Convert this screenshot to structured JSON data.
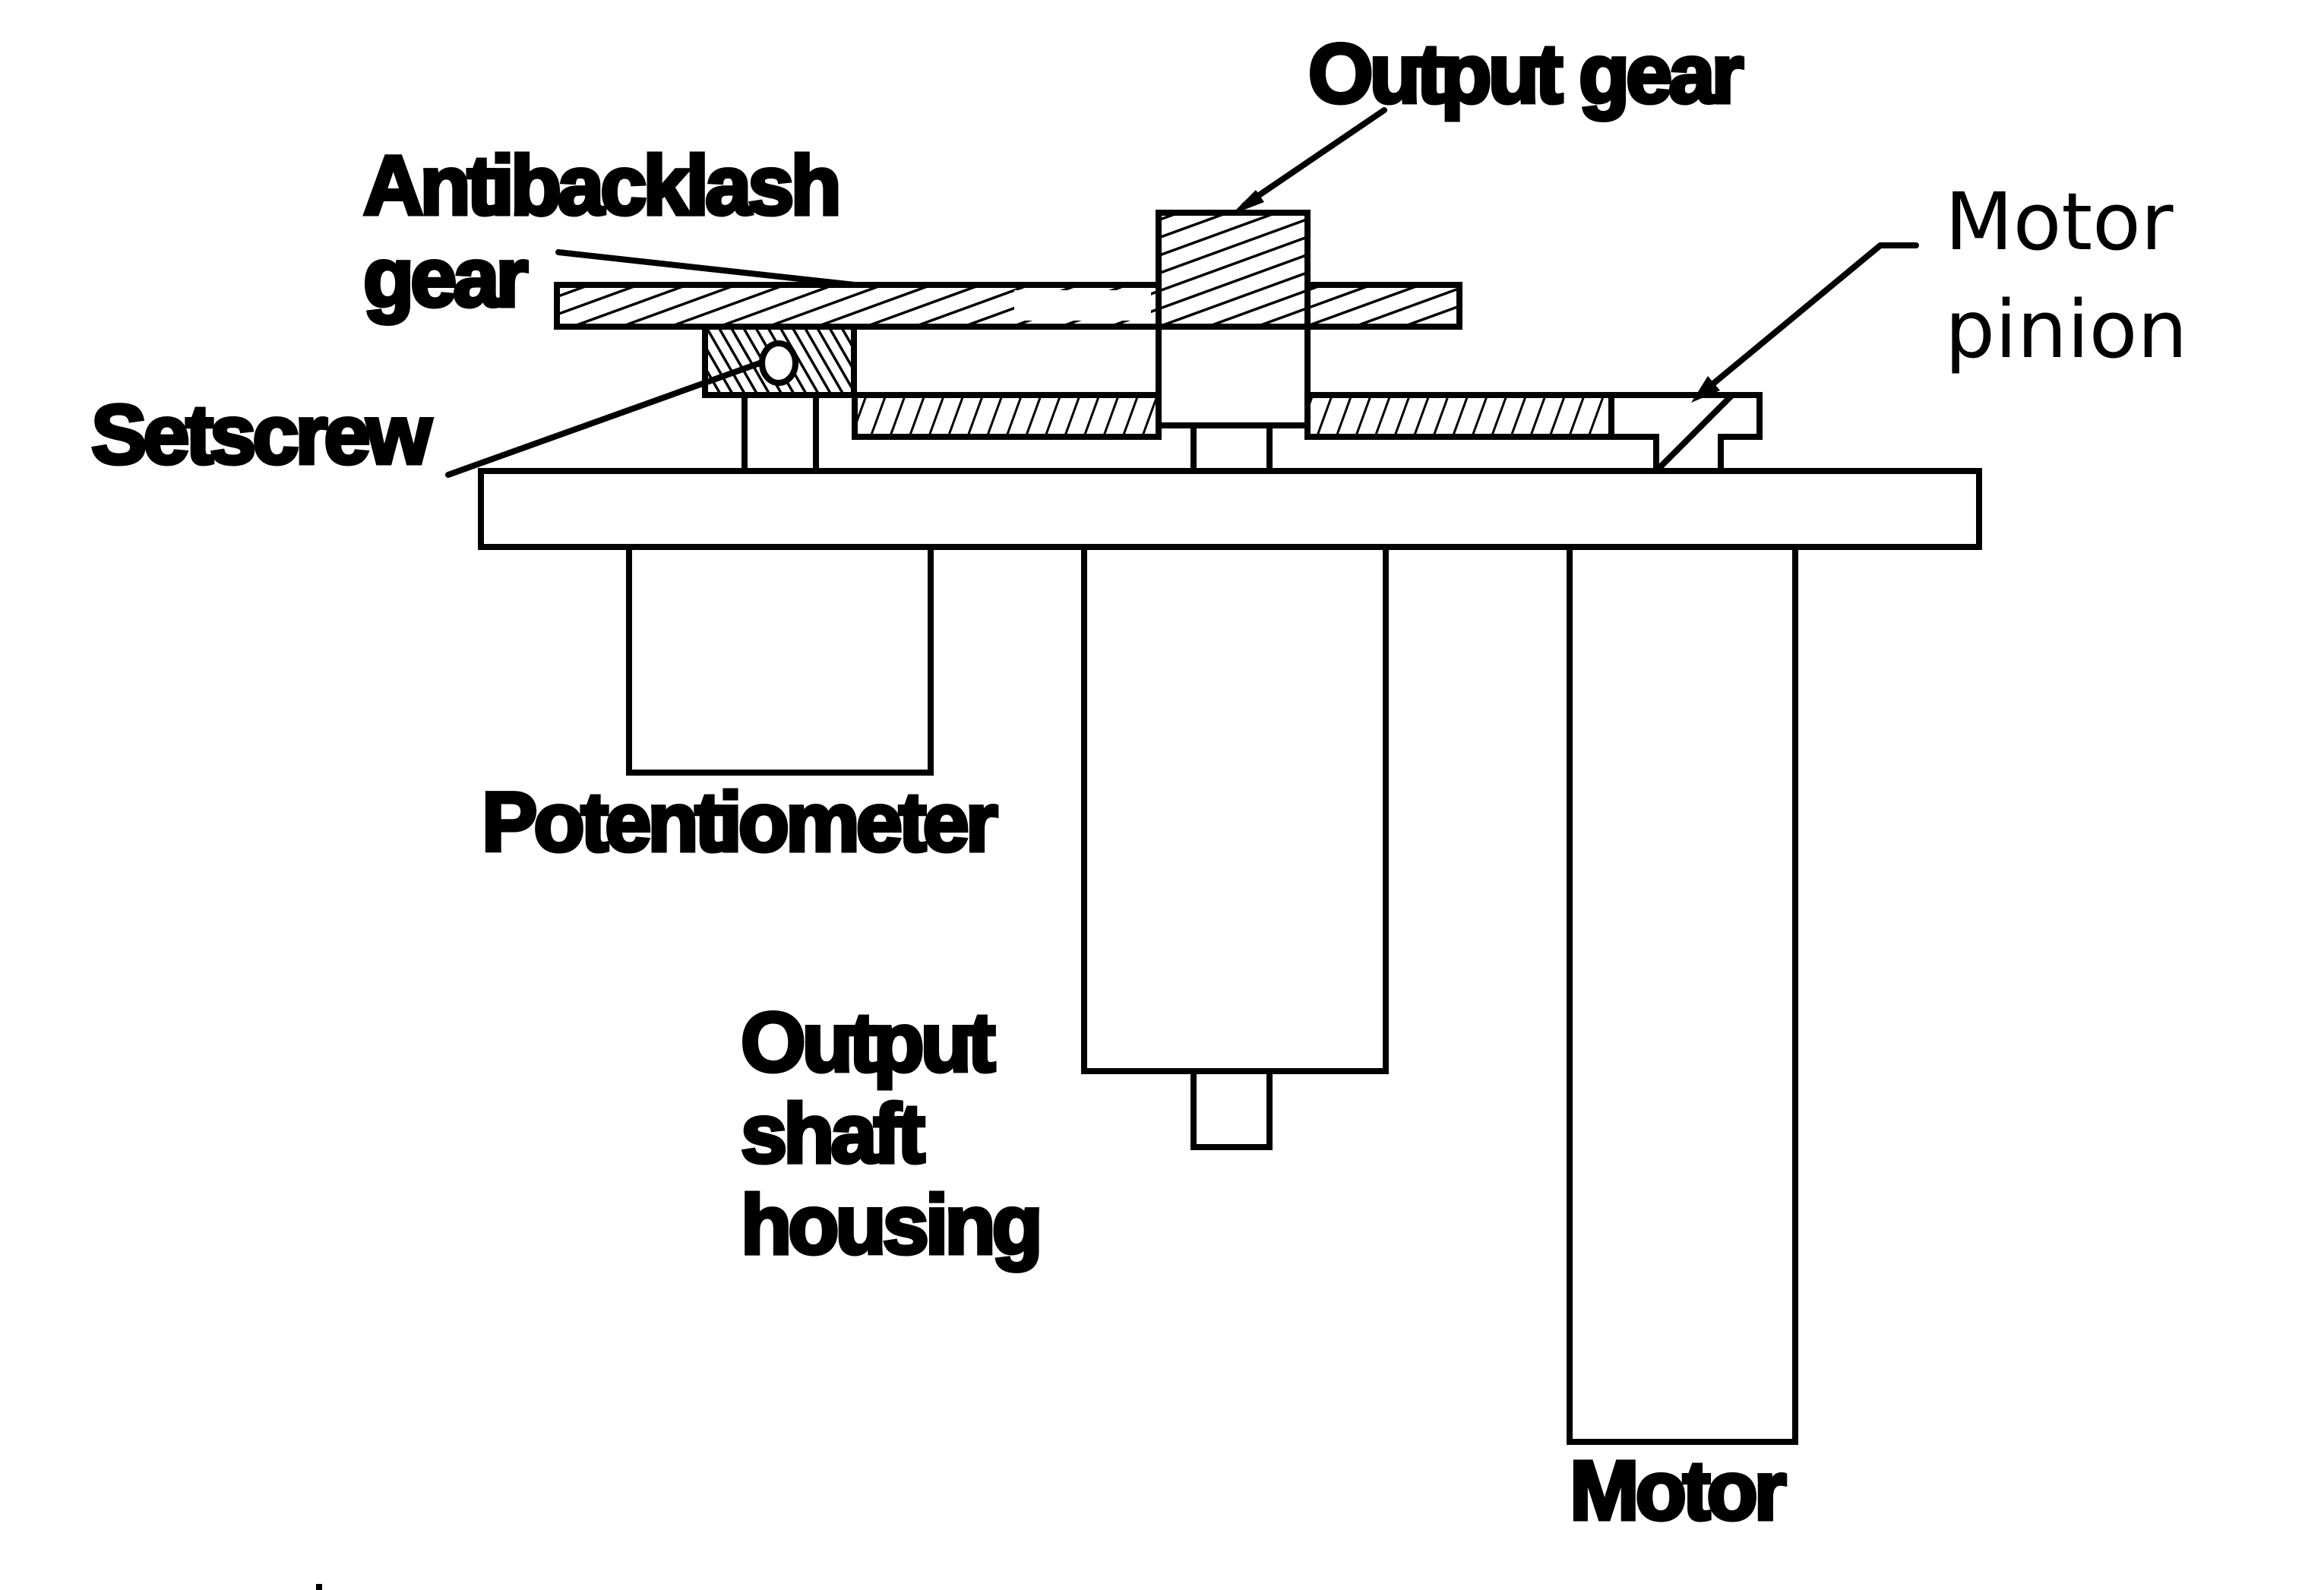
{
  "labels": {
    "output_gear": "Output gear",
    "antibacklash_gear": [
      "Antibacklash",
      "gear"
    ],
    "setscrew": "Setscrew",
    "motor_pinion": [
      "Motor",
      "pinion"
    ],
    "potentiometer": "Potentiometer",
    "output_shaft_housing": [
      "Output",
      "shaft",
      "housing"
    ],
    "motor": "Motor"
  },
  "colors": {
    "line": "#000000",
    "background": "#ffffff"
  }
}
